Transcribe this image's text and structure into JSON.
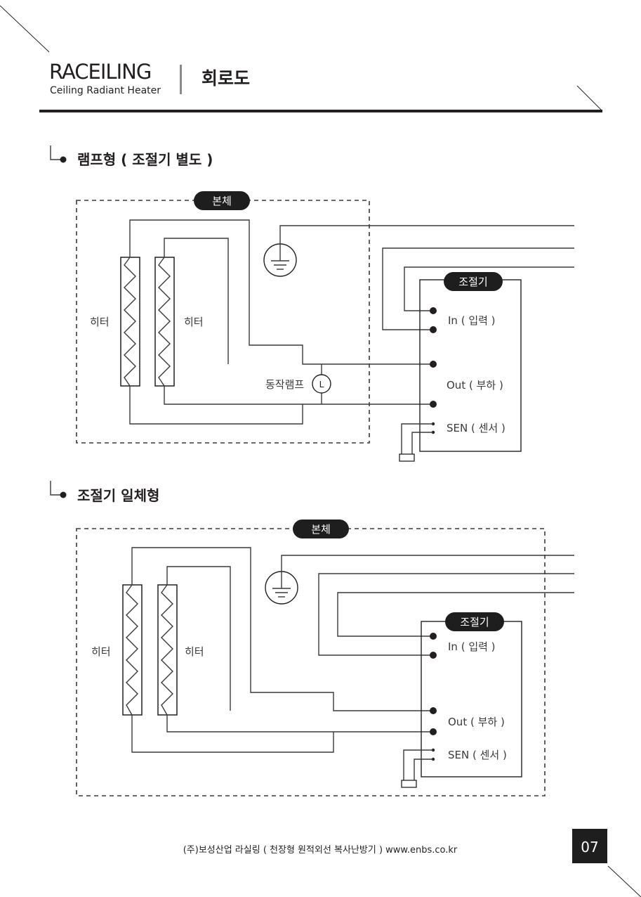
{
  "header": {
    "brand": "RACEILING",
    "brand_sub": "Ceiling Radiant Heater",
    "page_title": "회로도"
  },
  "section1": {
    "title": "램프형 ( 조절기 별도 )",
    "body_label": "본체",
    "heater_left": "히터",
    "heater_right": "히터",
    "lamp_label": "동작램프",
    "lamp_symbol": "L",
    "controller_label": "조절기",
    "in_label": "In ( 입력 )",
    "out_label": "Out ( 부하 )",
    "sen_label": "SEN ( 센서 )"
  },
  "section2": {
    "title": "조절기 일체형",
    "body_label": "본체",
    "heater_left": "히터",
    "heater_right": "히터",
    "controller_label": "조절기",
    "in_label": "In ( 입력 )",
    "out_label": "Out ( 부하 )",
    "sen_label": "SEN ( 센서 )"
  },
  "footer": {
    "text": "(주)보성산업 라실링 ( 천장형 원적외선 복사난방기 ) www.enbs.co.kr",
    "page_number": "07"
  },
  "colors": {
    "ink": "#231f20",
    "pill": "#1e1e1e",
    "wire": "#3a3a3a"
  }
}
